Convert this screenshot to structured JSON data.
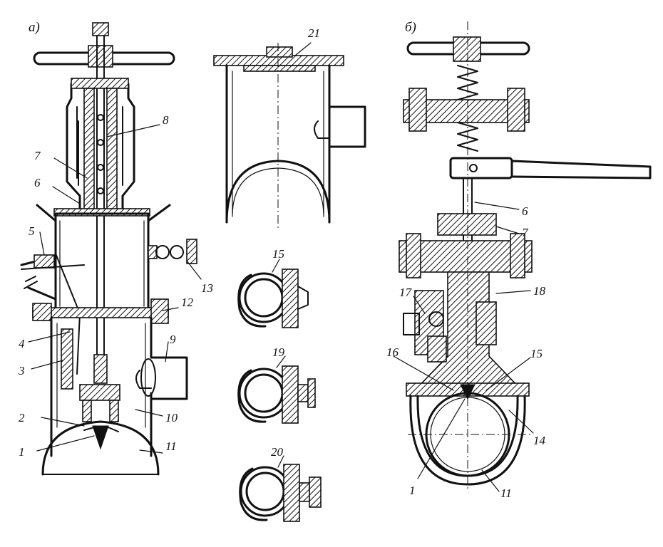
{
  "panels": {
    "a": {
      "title": "a)"
    },
    "b": {
      "title": "б)"
    }
  },
  "labels_a": {
    "n1": "1",
    "n2": "2",
    "n3": "3",
    "n4": "4",
    "n5": "5",
    "n6": "6",
    "n7": "7",
    "n8": "8",
    "n9": "9",
    "n10": "10",
    "n11": "11",
    "n12": "12",
    "n13": "13"
  },
  "labels_mid": {
    "n21": "21",
    "n15": "15",
    "n19": "19",
    "n20": "20"
  },
  "labels_b": {
    "n6": "6",
    "n7": "7",
    "n17": "17",
    "n18": "18",
    "n16": "16",
    "n15": "15",
    "n14": "14",
    "n1": "1",
    "n11": "11"
  }
}
